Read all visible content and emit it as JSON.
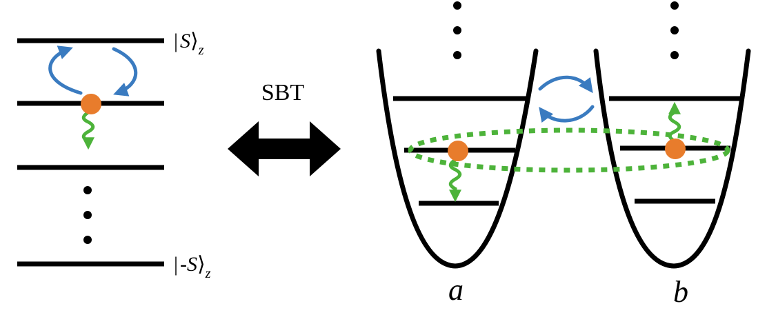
{
  "left_panel": {
    "top_level_label": {
      "bar": "|",
      "symbol": "S",
      "bracket": "⟩",
      "sub": "z"
    },
    "bottom_level_label": {
      "bar": "|",
      "symbol": "-S",
      "bracket": "⟩",
      "sub": "z"
    }
  },
  "transform": {
    "label": "SBT"
  },
  "wells": [
    {
      "label": "a"
    },
    {
      "label": "b"
    }
  ],
  "colors": {
    "line": "#000000",
    "particle": "#E87C2C",
    "transition_arrow": "#3A7BC0",
    "emission_wavy": "#4DB33A",
    "entanglement_ellipse": "#4DB33A"
  },
  "icons": {
    "transfer": "curved-cycle-arrows-icon",
    "emission": "wavy-down-arrow-icon",
    "absorption": "wavy-up-arrow-icon",
    "bidirectional": "double-headed-arrow-icon"
  }
}
